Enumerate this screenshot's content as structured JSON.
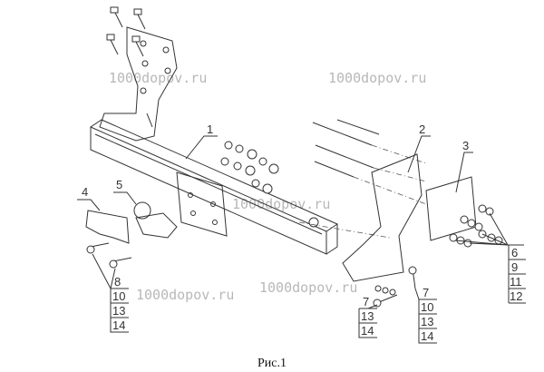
{
  "watermark": "1000dopov.ru",
  "caption": "Рис.1",
  "callouts": {
    "part1": "1",
    "part2": "2",
    "part3": "3",
    "part4": "4",
    "part5": "5",
    "group_right": [
      "6",
      "9",
      "11",
      "12"
    ],
    "group_left": [
      "8",
      "10",
      "13",
      "14"
    ],
    "group_mid_a": [
      "7",
      "13",
      "14"
    ],
    "group_mid_b": [
      "7",
      "10",
      "13",
      "14"
    ]
  }
}
